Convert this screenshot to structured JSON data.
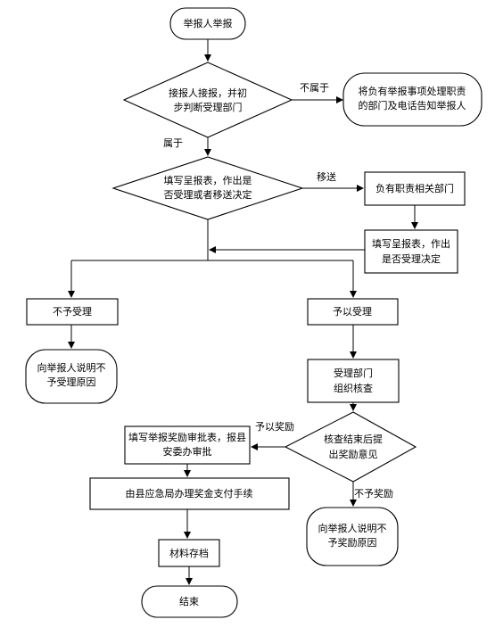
{
  "nodes": {
    "start": "举报人举报",
    "d1_l1": "接报人接报，并初",
    "d1_l2": "步判断受理部门",
    "notify_l1": "将负有举报事项处理职责",
    "notify_l2": "的部门及电话告知举报人",
    "d2_l1": "填写呈报表，作出是",
    "d2_l2": "否受理或者移送决定",
    "dept": "负有职责相关部门",
    "report_l1": "填写呈报表，作出",
    "report_l2": "是否受理决定",
    "reject": "不予受理",
    "explain1_l1": "向举报人说明不",
    "explain1_l2": "予受理原因",
    "accept": "予以受理",
    "organize_l1": "受理部门",
    "organize_l2": "组织核查",
    "d3_l1": "核查结束后提",
    "d3_l2": "出奖励意见",
    "approval_l1": "填写举报奖励审批表，报县",
    "approval_l2": "安委办审批",
    "payment": "由县应急局办理奖金支付手续",
    "archive": "材料存档",
    "explain2_l1": "向举报人说明不",
    "explain2_l2": "予奖励原因",
    "end": "结束"
  },
  "edges": {
    "not_belong": "不属于",
    "belong": "属于",
    "transfer": "移送",
    "give_reward": "予以奖励",
    "no_reward": "不予奖励"
  }
}
